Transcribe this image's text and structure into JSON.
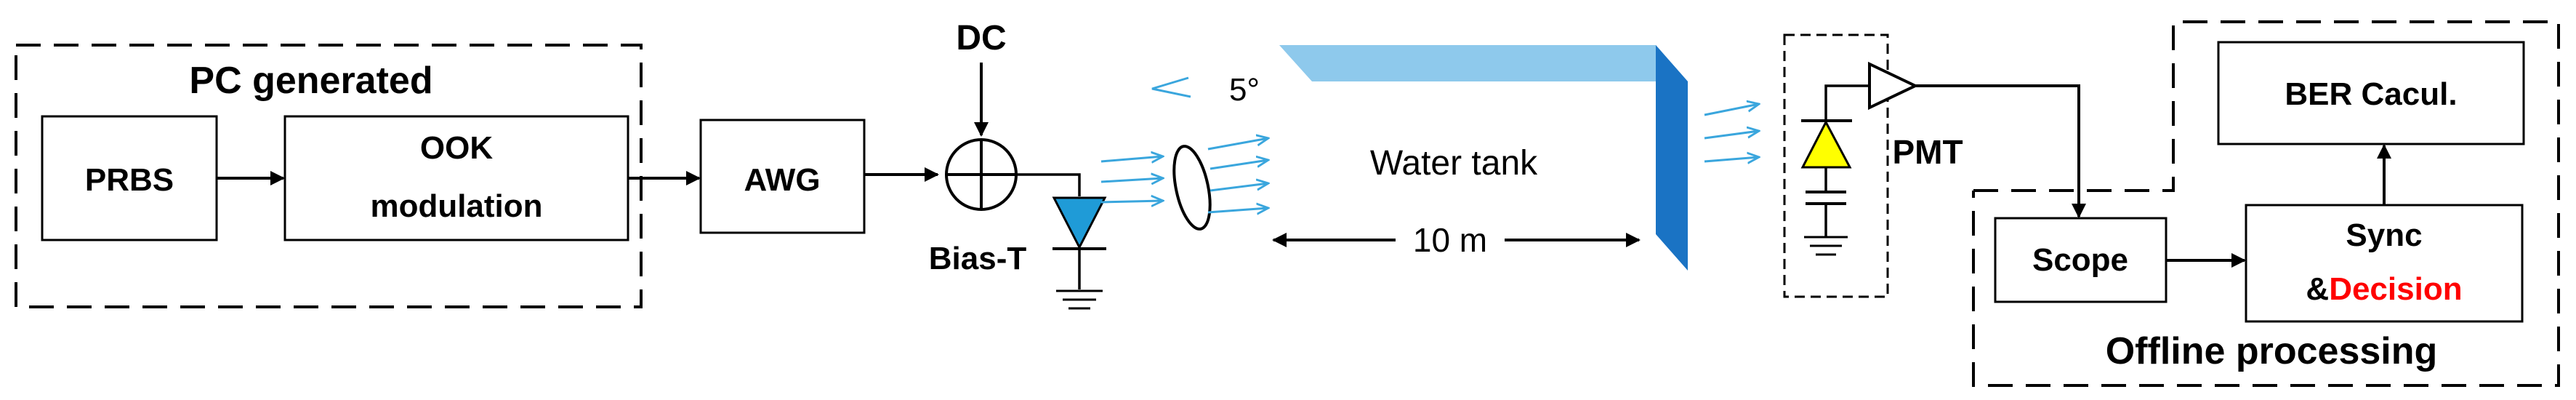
{
  "groups": {
    "pc_generated": "PC generated",
    "offline_processing": "Offline processing"
  },
  "blocks": {
    "prbs": "PRBS",
    "ook_line1": "OOK",
    "ook_line2": "modulation",
    "awg": "AWG",
    "scope": "Scope",
    "sync_line1": "Sync",
    "sync_amp": "&",
    "sync_decision": "Decision",
    "ber": "BER Cacul."
  },
  "labels": {
    "dc": "DC",
    "bias_t": "Bias-T",
    "angle": "5°",
    "water_tank": "Water tank",
    "distance": "10 m",
    "pmt": "PMT"
  },
  "colors": {
    "laser_diode": "#1f9bd7",
    "beam_arrows": "#3aa6dd",
    "tank_top": "#8ec9ec",
    "tank_side": "#1a73c4",
    "photodiode": "#ffff00",
    "decision_text": "#ff0000"
  }
}
